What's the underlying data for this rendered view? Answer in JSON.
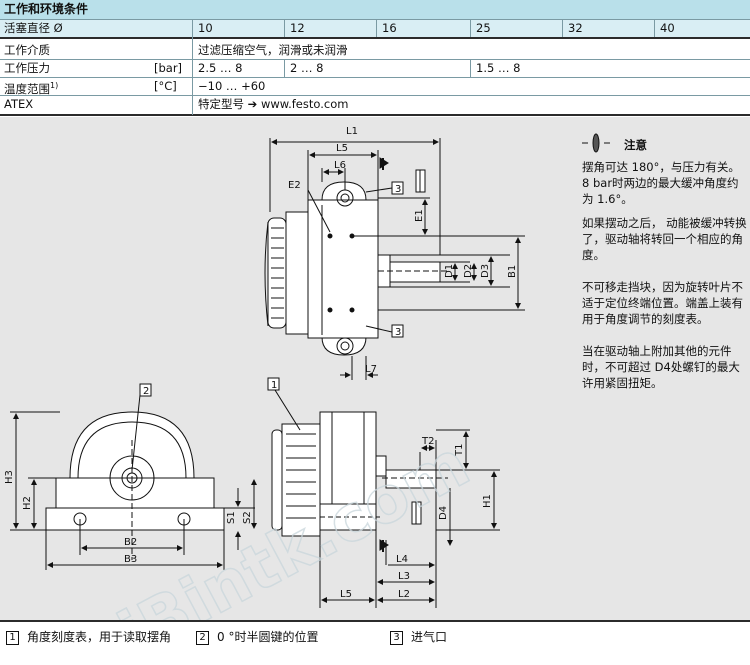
{
  "spec_table": {
    "title": "工作和环境条件",
    "rows": [
      {
        "label": "活塞直径 Ø",
        "unit": "",
        "values": [
          "10",
          "12",
          "16",
          "25",
          "32",
          "40"
        ]
      },
      {
        "label": "工作介质",
        "unit": "",
        "values": [
          "过滤压缩空气，润滑或未润滑"
        ]
      },
      {
        "label": "工作压力",
        "unit": "[bar]",
        "values": [
          "2.5 … 8",
          "2 … 8",
          "1.5 … 8"
        ]
      },
      {
        "label": "温度范围",
        "label_sup": "1)",
        "unit": "[°C]",
        "values": [
          "−10 … +60"
        ]
      },
      {
        "label": "ATEX",
        "unit": "",
        "values": [
          "特定型号 ➔ www.festo.com"
        ]
      }
    ]
  },
  "drawing_labels": {
    "top": [
      "L1",
      "L5",
      "L6",
      "E2",
      "E1",
      "D1",
      "D2",
      "D3",
      "B1",
      "L7",
      "3",
      "3"
    ],
    "front": [
      "2",
      "H3",
      "H2",
      "B2",
      "B3",
      "S1",
      "S2"
    ],
    "side": [
      "1",
      "T2",
      "T1",
      "H1",
      "D4",
      "L4",
      "L3",
      "L5",
      "L2"
    ]
  },
  "note": {
    "title": "注意",
    "paragraphs": [
      "摆角可达 180°，与压力有关。8 bar时两边的最大缓冲角度约为 1.6°。",
      "如果摆动之后， 动能被缓冲转换了，驱动轴将转回一个相应的角度。",
      "不可移走挡块，因为旋转叶片不适于定位终端位置。端盖上装有用于角度调节的刻度表。",
      "当在驱动轴上附加其他的元件时，不可超过 D4处螺钉的最大许用紧固扭矩。"
    ]
  },
  "watermark": "iBintk.com",
  "legend": [
    {
      "num": "1",
      "text": "角度刻度表，用于读取摆角"
    },
    {
      "num": "2",
      "text": "0 °时半圆键的位置"
    },
    {
      "num": "3",
      "text": "进气口"
    }
  ]
}
